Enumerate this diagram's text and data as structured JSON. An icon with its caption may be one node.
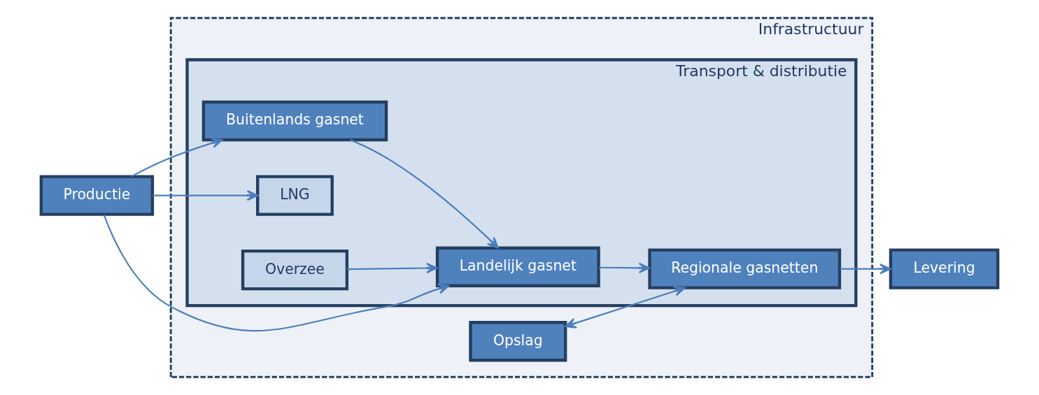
{
  "diagram": {
    "nodes": [
      {
        "text": [
          "Productie"
        ]
      },
      {
        "text": [
          "Infrastructuur"
        ]
      },
      {
        "text": [
          "Opslag"
        ],
        "in": 1
      },
      {
        "text": [
          "Transport & distributie"
        ],
        "in": 1
      },
      {
        "text": [
          "Buitenlands gasnet"
        ],
        "in": 3
      },
      {
        "text": [
          "Landelijk gasnet"
        ],
        "in": 3
      },
      {
        "text": [
          "LNG"
        ],
        "in": 3
      },
      {
        "text": [
          "Overzee"
        ],
        "in": 3
      },
      {
        "text": [
          "Regionale gasnetten"
        ],
        "in": 3
      },
      {
        "text": [
          "Levering"
        ]
      }
    ],
    "edges": [
      {
        "from": 0,
        "to": 4,
        "arrow": "to"
      },
      {
        "from": 0,
        "to": 5,
        "arrow": "to"
      },
      {
        "from": 0,
        "to": 6,
        "arrow": "to"
      },
      {
        "from": 4,
        "to": 5,
        "arrow": "to"
      },
      {
        "from": 7,
        "to": 5,
        "arrow": "to"
      },
      {
        "from": 5,
        "to": 8,
        "arrow": "to"
      },
      {
        "from": 2,
        "to": 8,
        "arrow": "both"
      },
      {
        "from": 8,
        "to": 9,
        "arrow": "to"
      }
    ]
  }
}
